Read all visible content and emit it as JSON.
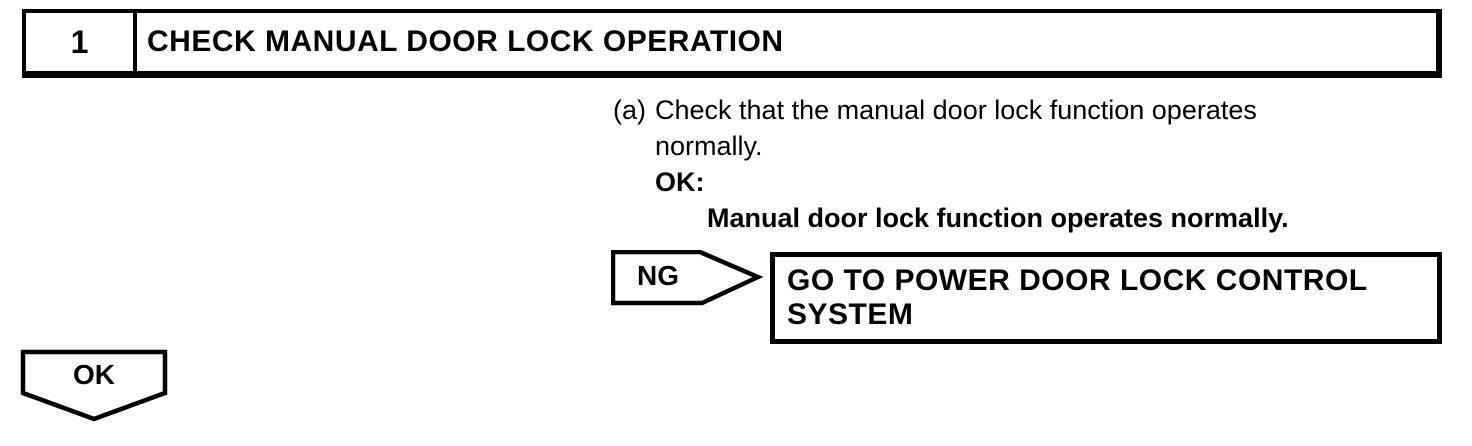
{
  "colors": {
    "ink": "#000000",
    "paper": "#ffffff"
  },
  "step_header": {
    "number": "1",
    "title": "CHECK MANUAL DOOR LOCK OPERATION"
  },
  "procedure": {
    "item_label": "(a)",
    "line1": "Check that the manual door lock function operates",
    "line2": "normally.",
    "ok_heading": "OK:",
    "ok_criteria": "Manual door lock function operates normally."
  },
  "ng_branch": {
    "connector_label": "NG",
    "result_lines": [
      "GO TO POWER DOOR LOCK CONTROL",
      "SYSTEM"
    ]
  },
  "ok_branch": {
    "connector_label": "OK"
  }
}
